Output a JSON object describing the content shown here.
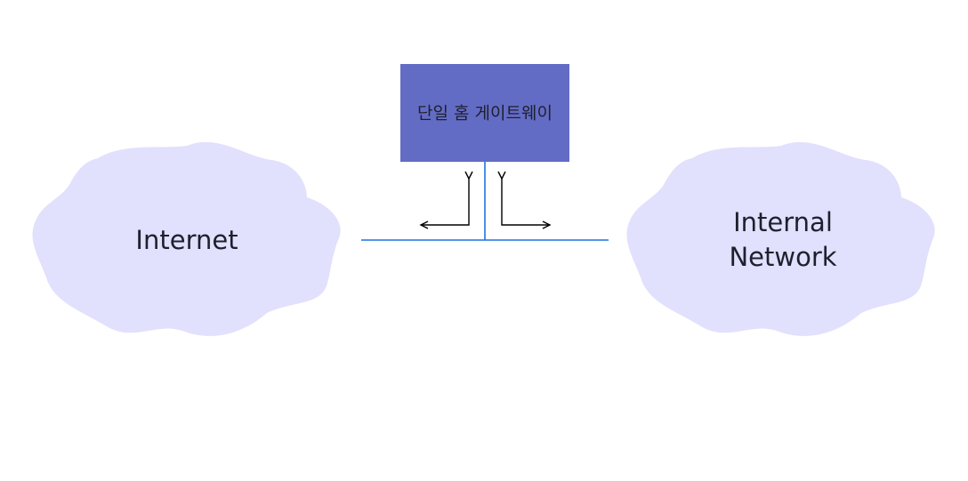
{
  "diagram": {
    "gateway": {
      "label": "단일 홈 게이트웨이"
    },
    "internet": {
      "label": "Internet"
    },
    "internal": {
      "line1": "Internal",
      "line2": "Network"
    }
  },
  "colors": {
    "cloud_fill": "#e1e0fd",
    "gateway_fill": "#636cc5",
    "network_line": "#1c74e4",
    "arrow": "#000000",
    "text": "#1f1f2e"
  }
}
